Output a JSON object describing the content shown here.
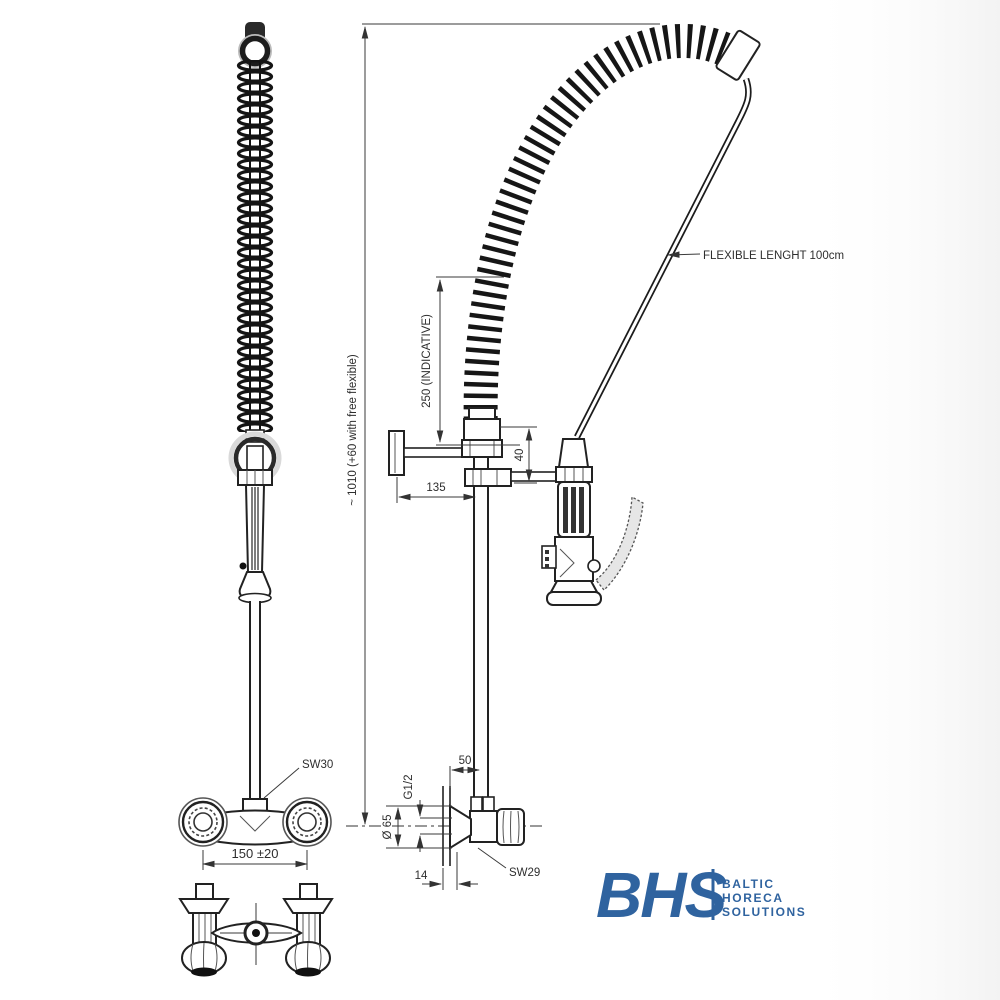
{
  "page": {
    "background": "#ffffff",
    "ink_color": "#222222"
  },
  "front_view": {
    "sw30_label": "SW30",
    "center_distance_dim": "150 ±20"
  },
  "side_view": {
    "overall_height_dim": "~ 1010 (+60 with free flexible)",
    "spring_length_dim": "250 (INDICATIVE)",
    "gun_offset_dim": "40",
    "bracket_depth_dim": "135",
    "hose_label": "FLEXIBLE LENGHT 100cm",
    "inlet_depth_dim": "50",
    "thread_label": "G1/2",
    "flange_diameter_dim": "Ø 65",
    "wall_plate_dim": "14",
    "sw29_label": "SW29"
  },
  "logo": {
    "abbr": "BHS",
    "name_line1": "BALTIC",
    "name_line2": "HORECA",
    "name_line3": "SOLUTIONS",
    "color": "#2f639f"
  }
}
